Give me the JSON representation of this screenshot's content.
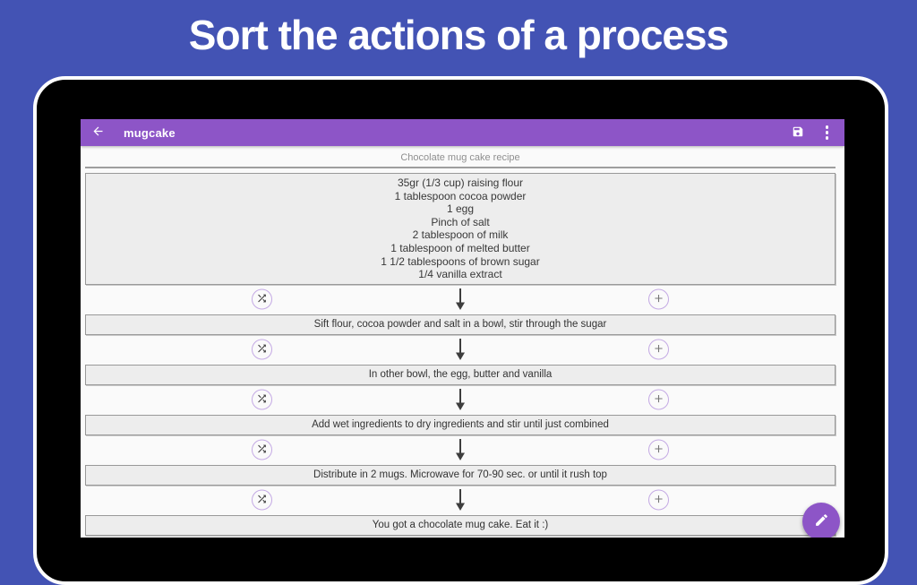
{
  "page_title": "Sort the actions of a process",
  "toolbar": {
    "title": "mugcake"
  },
  "recipe": {
    "header": "Chocolate mug cake recipe",
    "ingredients": [
      "35gr (1/3 cup) raising flour",
      "1 tablespoon cocoa powder",
      "1 egg",
      "Pinch of salt",
      "2 tablespoon of milk",
      "1 tablespoon of melted butter",
      "1 1/2 tablespoons of brown sugar",
      "1/4 vanilla extract"
    ],
    "steps": [
      "Sift flour, cocoa powder and salt in a bowl, stir through the sugar",
      "In other bowl, the egg, butter and vanilla",
      "Add wet ingredients to dry ingredients and stir until just combined",
      "Distribute in 2 mugs. Microwave for 70-90 sec. or until it rush top",
      "You got a chocolate mug cake. Eat it :)"
    ]
  },
  "icons": {
    "back": "arrow-left-icon",
    "save": "save-icon",
    "overflow": "overflow-menu-icon",
    "shuffle": "shuffle-icon",
    "add": "add-icon",
    "arrow_down": "down-arrow-icon",
    "edit": "edit-icon"
  },
  "colors": {
    "background": "#4353b4",
    "toolbar": "#8d55c7",
    "fab": "#8d55c7",
    "circle_ring": "#c4a9e4",
    "box_fill": "#ededed",
    "box_border": "#999999"
  }
}
